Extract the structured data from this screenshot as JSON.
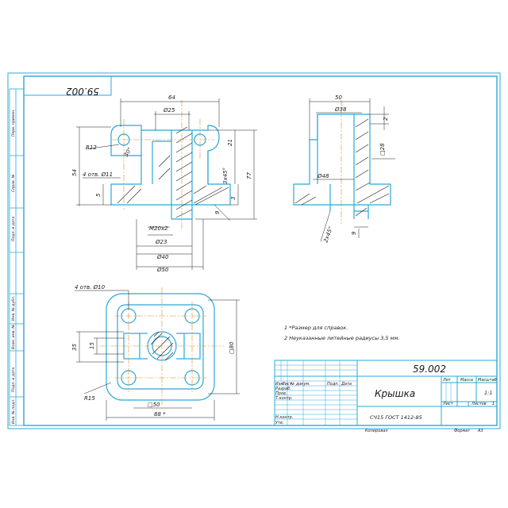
{
  "stamp": {
    "code": "59.002",
    "code_rotated": "59.002"
  },
  "side_columns": [
    "Перв. примен.",
    "Справ. №",
    "Подп. и дата",
    "Инв. № дубл.",
    "Взам. инв. №",
    "Подп. и дата",
    "Инв. № подл."
  ],
  "front_view": {
    "dims": {
      "top": "64",
      "d25": "Ø25",
      "r12": "R12",
      "deg30": "30°",
      "holes": "4 отв. Ø11",
      "h54": "54",
      "h5": "5",
      "h21": "21",
      "h77": "77",
      "ch3": "3x45°",
      "h3": "3",
      "h9": "9",
      "thread": "M20x2",
      "d23": "Ø23",
      "d40": "Ø40",
      "d50": "Ø50"
    }
  },
  "side_view": {
    "dims": {
      "top": "50",
      "d38": "Ø38",
      "h2": "2",
      "sq28": "□28",
      "d48": "Ø48",
      "ch2": "2x45°",
      "h9": "9"
    }
  },
  "top_view": {
    "dims": {
      "holes": "4 отв. Ø10",
      "h35": "35",
      "h15": "15",
      "r15": "R15",
      "sq50": "□50",
      "sq80": "□80",
      "w88": "88 *"
    }
  },
  "notes": [
    "1  *Размер для справок.",
    "2  Неуказанные литейные радиусы 3,5 мм."
  ],
  "title_block": {
    "doc_code": "59.002",
    "part_name": "Крышка",
    "material": "СЧ15 ГОСТ 1412-85",
    "labels": {
      "lit": "Лит",
      "massa": "Масса",
      "masshtab": "Масштаб",
      "scale_value": "1:1",
      "list": "Лист",
      "listov": "Листов",
      "listov_value": "1",
      "izm": "Изм",
      "list_col": "Лист",
      "doc_no": "№ докум.",
      "podp": "Подп.",
      "data": "Дата",
      "razrab": "Разраб.",
      "prov": "Пров.",
      "t_kontr": "Т.контр.",
      "n_kontr": "Н.контр.",
      "utv": "Утв."
    },
    "bottom": {
      "kopiroval": "Копировал",
      "format": "Формат",
      "format_value": "A3"
    }
  }
}
